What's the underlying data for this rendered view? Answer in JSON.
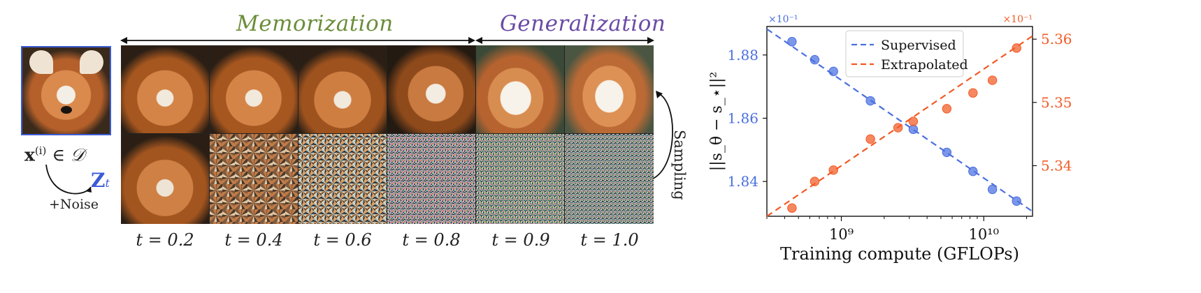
{
  "figure": {
    "phase_labels": {
      "memorization": "Memorization",
      "generalization": "Generalization"
    },
    "phase_colors": {
      "memorization": "#6b8e3a",
      "generalization": "#6a4aa5"
    },
    "data_label": "x^{(i)} ∈ D",
    "noisy_label": "Z_t",
    "noise_label": "+Noise",
    "sampling_label": "Sampling",
    "time_labels": [
      "t = 0.2",
      "t = 0.4",
      "t = 0.6",
      "t = 0.8",
      "t = 0.9",
      "t = 1.0"
    ]
  },
  "chart_data": {
    "type": "scatter",
    "xlabel": "Training compute (GFLOPs)",
    "ylabel": "||s_θ − s_⋆||²",
    "x_scale": "log",
    "xlim": [
      300000000,
      22000000000
    ],
    "x_ticks": [
      {
        "value": 1000000000,
        "label": "10⁹"
      },
      {
        "value": 10000000000,
        "label": "10¹⁰"
      }
    ],
    "left_axis": {
      "ylim": [
        1.829,
        1.889
      ],
      "ticks": [
        1.84,
        1.86,
        1.88
      ],
      "multiplier": "×10⁻¹",
      "color": "#4a6fe0"
    },
    "right_axis": {
      "ylim": [
        5.332,
        5.362
      ],
      "ticks": [
        5.34,
        5.35,
        5.36
      ],
      "multiplier": "×10⁻¹",
      "color": "#f25a24"
    },
    "legend_position": "top-center",
    "series": [
      {
        "name": "Supervised",
        "axis": "left",
        "color": "#4a6fe0",
        "points": [
          {
            "x": 450000000,
            "y": 1.8842
          },
          {
            "x": 650000000,
            "y": 1.8785
          },
          {
            "x": 880000000,
            "y": 1.8748
          },
          {
            "x": 1600000000,
            "y": 1.8655
          },
          {
            "x": 3200000000,
            "y": 1.8565
          },
          {
            "x": 5500000000,
            "y": 1.8492
          },
          {
            "x": 8400000000,
            "y": 1.8432
          },
          {
            "x": 11500000000,
            "y": 1.8375
          },
          {
            "x": 17000000000,
            "y": 1.8338
          }
        ],
        "fit": [
          [
            300000000,
            1.8882
          ],
          [
            22000000000,
            1.8305
          ]
        ]
      },
      {
        "name": "Extrapolated",
        "axis": "right",
        "color": "#f25a24",
        "points": [
          {
            "x": 450000000,
            "y": 5.3333
          },
          {
            "x": 650000000,
            "y": 5.3375
          },
          {
            "x": 880000000,
            "y": 5.3393
          },
          {
            "x": 1600000000,
            "y": 5.3442
          },
          {
            "x": 2500000000,
            "y": 5.346
          },
          {
            "x": 3200000000,
            "y": 5.347
          },
          {
            "x": 5500000000,
            "y": 5.349
          },
          {
            "x": 8400000000,
            "y": 5.3515
          },
          {
            "x": 11500000000,
            "y": 5.3535
          },
          {
            "x": 17000000000,
            "y": 5.3586
          }
        ],
        "fit": [
          [
            300000000,
            5.332
          ],
          [
            22000000000,
            5.3605
          ]
        ]
      }
    ]
  }
}
